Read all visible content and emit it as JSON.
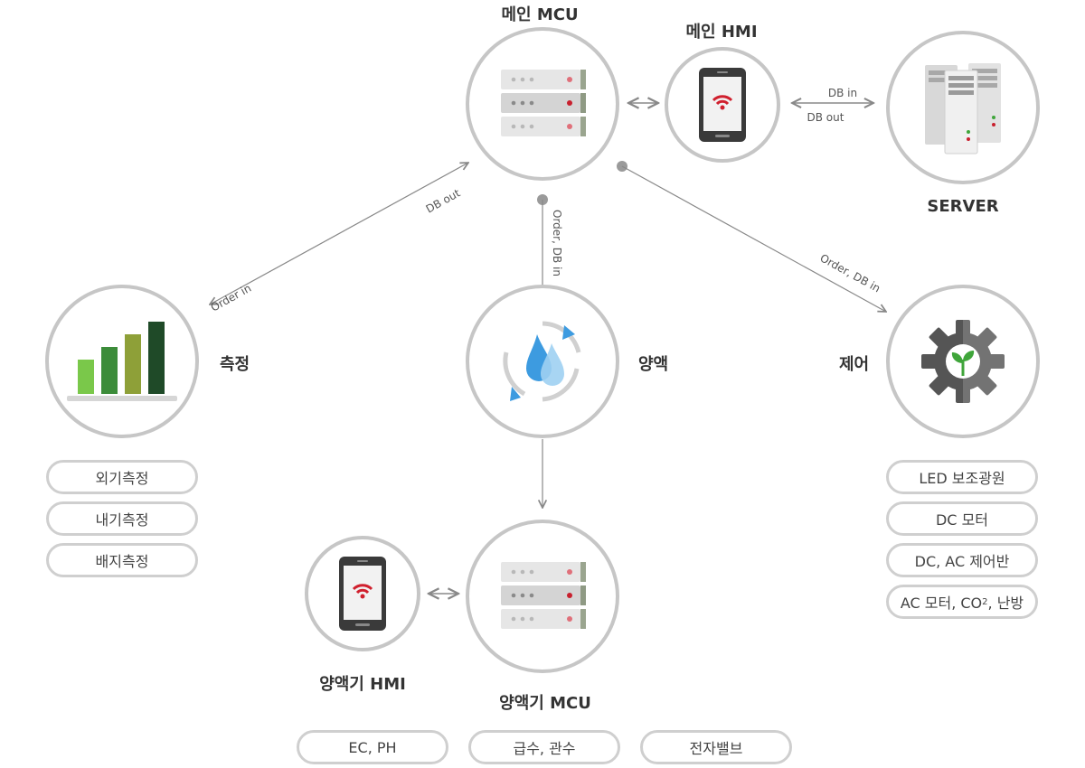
{
  "nodes": {
    "main_mcu": {
      "label": "메인 MCU"
    },
    "main_hmi": {
      "label": "메인 HMI"
    },
    "server": {
      "label": "SERVER"
    },
    "measure": {
      "label": "측정"
    },
    "nutrient": {
      "label": "양액"
    },
    "control": {
      "label": "제어"
    },
    "nutrient_mcu": {
      "label": "양액기 MCU"
    },
    "nutrient_hmi": {
      "label": "양액기 HMI"
    }
  },
  "edges": {
    "db_in": "DB in",
    "db_out": "DB out",
    "measure_db_out": "DB out",
    "measure_order_in": "Order in",
    "nutrient_order": "Order, DB in",
    "control_order": "Order, DB in"
  },
  "measure_items": [
    "외기측정",
    "내기측정",
    "배지측정"
  ],
  "control_items": {
    "led": "LED 보조광원",
    "dc_motor": "DC 모터",
    "panel": "DC, AC 제어반",
    "ac_prefix": "AC 모터, CO",
    "ac_sub": "2",
    "ac_suffix": ", 난방"
  },
  "nutrient_items": [
    "EC, PH",
    "급수, 관수",
    "전자밸브"
  ],
  "colors": {
    "ring": "#c6c6c6",
    "wifi_red": "#d0202e",
    "water_blue": "#3d9be0",
    "gear_gray": "#555555",
    "leaf_green": "#3fa53a"
  }
}
